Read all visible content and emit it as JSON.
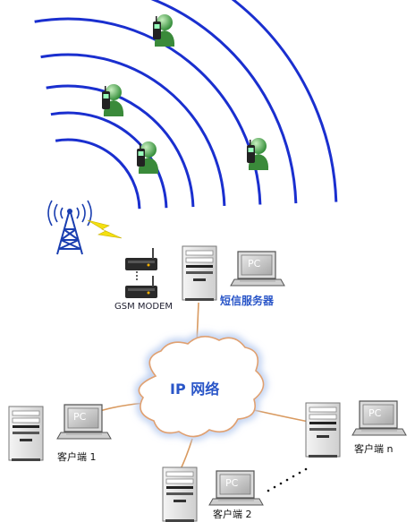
{
  "labels": {
    "gsm_modem": "GSM MODEM",
    "sms_server": "短信服务器",
    "ip_network": "IP 网络",
    "client_1": "客户端 1",
    "client_2": "客户端 2",
    "client_n": "客户端 n",
    "pc": "PC"
  },
  "colors": {
    "wave": "#1a2fcf",
    "cloud_line": "#e0a070",
    "cloud_glow": "#b8ccf0",
    "link": "#d99a60",
    "blue_text": "#2a56c8",
    "lightning": "#f4e010",
    "tower": "#1a3eb0",
    "person": "#3a9a3a"
  }
}
